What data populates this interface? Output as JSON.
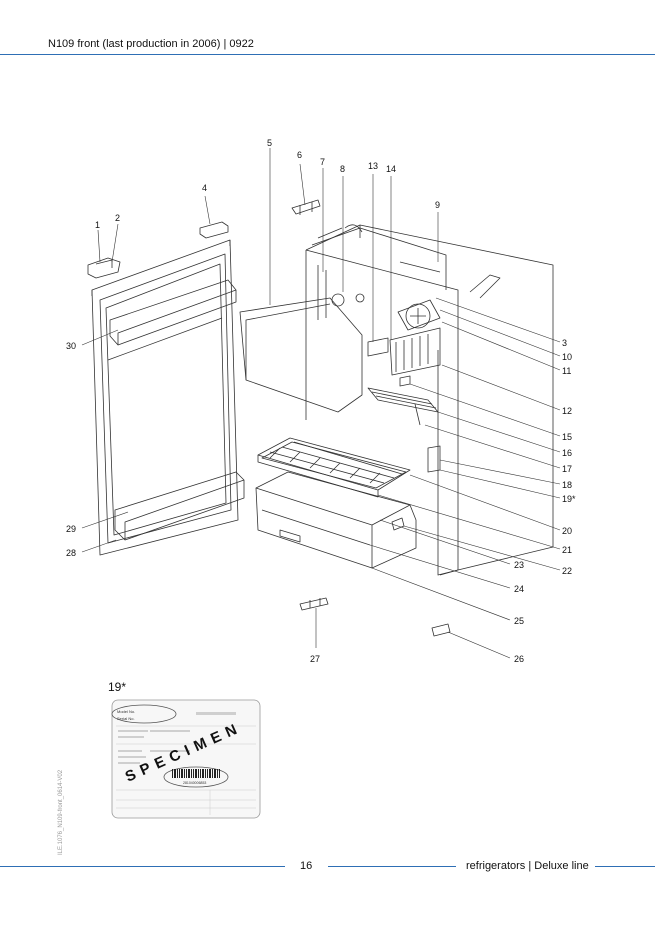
{
  "header": {
    "title": "N109 front (last production in 2006) | 0922"
  },
  "diagram": {
    "callouts": [
      "1",
      "2",
      "3",
      "4",
      "5",
      "6",
      "7",
      "8",
      "9",
      "10",
      "11",
      "12",
      "13",
      "14",
      "15",
      "16",
      "17",
      "18",
      "19*",
      "20",
      "21",
      "22",
      "23",
      "24",
      "25",
      "26",
      "27",
      "28",
      "29",
      "30"
    ]
  },
  "rating_label": {
    "caption": "19*",
    "field_model": "Model No.",
    "field_serial": "Serial No.",
    "watermark": "SPECIMEN",
    "barcode_number": "281040006853"
  },
  "side_note": "ILE.1076_N109-front_0614-V02",
  "footer": {
    "page_number": "16",
    "title": "refrigerators | Deluxe line"
  },
  "colors": {
    "rule": "#2e6fb5",
    "line_art": "#333333"
  }
}
